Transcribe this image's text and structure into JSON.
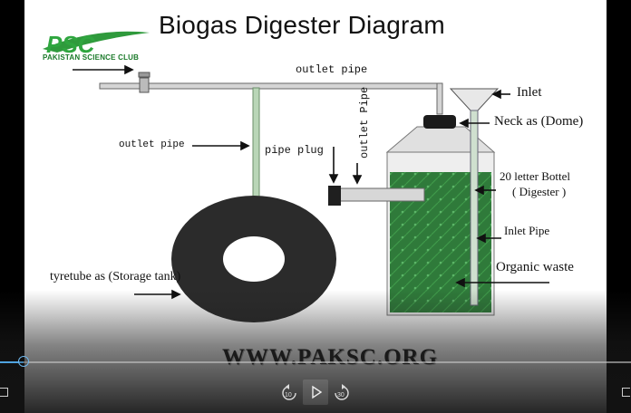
{
  "title": "Biogas Digester Diagram",
  "logo": {
    "letters": "PSC",
    "subtitle": "PAKISTAN SCIENCE CLUB"
  },
  "labels": {
    "outlet_pipe_top": "outlet pipe",
    "outlet_pipe_left": "outlet pipe",
    "pipe_plug": "pipe plug",
    "outlet_pipe_vertical": "outlet Pipe",
    "inlet": "Inlet",
    "neck": "Neck as (Dome)",
    "bottle_line1": "20 letter Bottel",
    "bottle_line2": "( Digester )",
    "inlet_pipe": "Inlet Pipe",
    "organic_waste": "Organic waste",
    "tyretube": "tyretube as (Storage tank)"
  },
  "website": "WWW.PAKSC.ORG",
  "player": {
    "rewind_label": "10",
    "forward_label": "30",
    "progress": 0.037
  },
  "colors": {
    "liquid": "#2f7a3a",
    "tank_body": "#e6e6e6",
    "tyre": "#2b2b2b",
    "accent": "#4fa3e0"
  }
}
